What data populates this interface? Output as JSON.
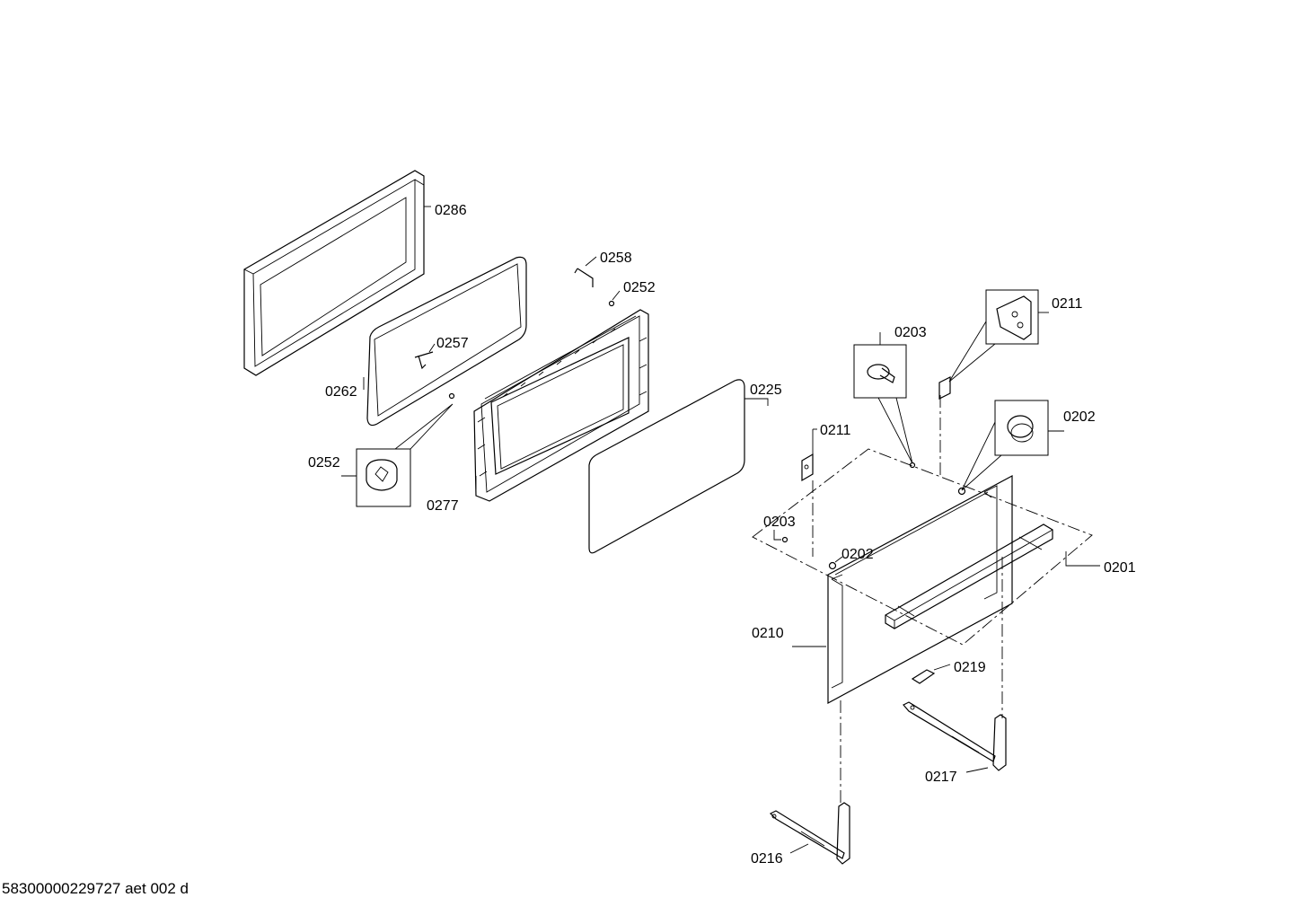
{
  "labels": {
    "p0286": "0286",
    "p0258": "0258",
    "p0252a": "0252",
    "p0257": "0257",
    "p0262": "0262",
    "p0252b": "0252",
    "p0277": "0277",
    "p0225": "0225",
    "p0211a": "0211",
    "p0203a": "0203",
    "p0202a": "0202",
    "p0211b": "0211",
    "p0203b": "0203",
    "p0202b": "0202",
    "p0201": "0201",
    "p0210": "0210",
    "p0219": "0219",
    "p0217": "0217",
    "p0216": "0216"
  },
  "footer": {
    "document_id": "58300000229727 aet 002 d"
  }
}
